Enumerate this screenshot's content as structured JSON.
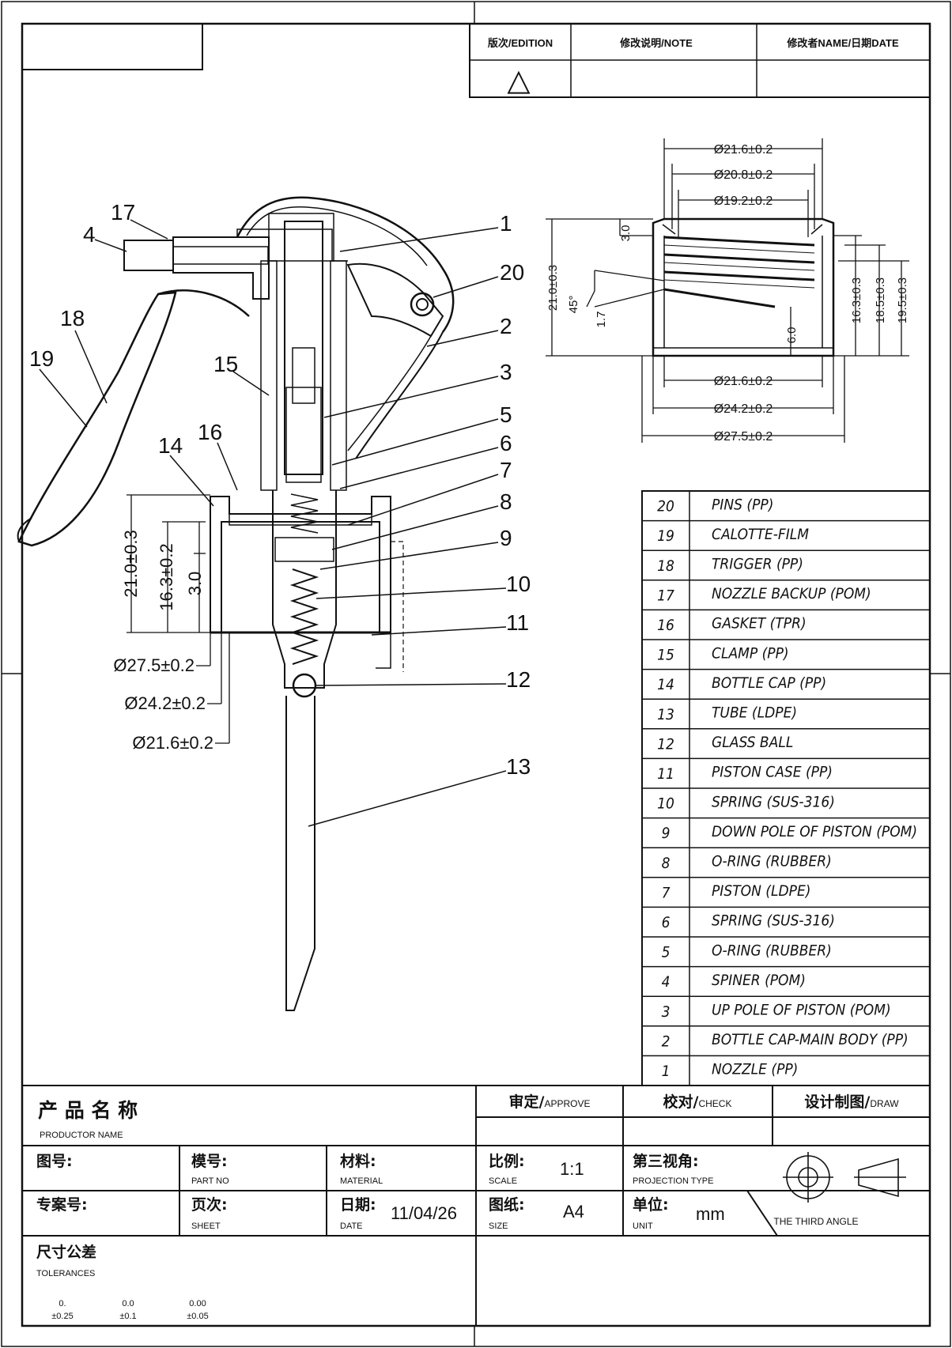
{
  "revision_header": {
    "edition": "版次/EDITION",
    "note": "修改说明/NOTE",
    "name_date": "修改者NAME/日期DATE"
  },
  "callouts": [
    "1",
    "2",
    "3",
    "4",
    "5",
    "6",
    "7",
    "8",
    "9",
    "10",
    "11",
    "12",
    "13",
    "14",
    "15",
    "16",
    "17",
    "18",
    "19",
    "20"
  ],
  "side_dims": {
    "h21": "21.0±0.3",
    "h163": "16.3±0.2",
    "h3": "3.0",
    "d275": "Ø27.5±0.2",
    "d242": "Ø24.2±0.2",
    "d216": "Ø21.6±0.2"
  },
  "cap_dims": {
    "top216": "Ø21.6±0.2",
    "top208": "Ø20.8±0.2",
    "top192": "Ø19.2±0.2",
    "bot216": "Ø21.6±0.2",
    "bot242": "Ø24.2±0.2",
    "bot275": "Ø27.5±0.2",
    "h3": "3.0",
    "h21": "21.0±0.3",
    "angle": "45°",
    "h17": "1.7",
    "h6": "6.0",
    "h163": "16.3±0.3",
    "h185": "18.5±0.3",
    "h195": "19.5±0.3"
  },
  "bom": [
    {
      "no": "20",
      "desc": "PINS (PP)"
    },
    {
      "no": "19",
      "desc": "CALOTTE-FILM"
    },
    {
      "no": "18",
      "desc": "TRIGGER (PP)"
    },
    {
      "no": "17",
      "desc": "NOZZLE BACKUP (POM)"
    },
    {
      "no": "16",
      "desc": "GASKET (TPR)"
    },
    {
      "no": "15",
      "desc": "CLAMP (PP)"
    },
    {
      "no": "14",
      "desc": "BOTTLE CAP (PP)"
    },
    {
      "no": "13",
      "desc": "TUBE (LDPE)"
    },
    {
      "no": "12",
      "desc": "GLASS BALL"
    },
    {
      "no": "11",
      "desc": "PISTON CASE (PP)"
    },
    {
      "no": "10",
      "desc": "SPRING (SUS-316)"
    },
    {
      "no": "9",
      "desc": "DOWN POLE OF PISTON (POM)"
    },
    {
      "no": "8",
      "desc": "O-RING (RUBBER)"
    },
    {
      "no": "7",
      "desc": "PISTON (LDPE)"
    },
    {
      "no": "6",
      "desc": "SPRING (SUS-316)"
    },
    {
      "no": "5",
      "desc": "O-RING (RUBBER)"
    },
    {
      "no": "4",
      "desc": "SPINER (POM)"
    },
    {
      "no": "3",
      "desc": "UP POLE OF PISTON (POM)"
    },
    {
      "no": "2",
      "desc": "BOTTLE CAP-MAIN BODY (PP)"
    },
    {
      "no": "1",
      "desc": "NOZZLE (PP)"
    }
  ],
  "title_block": {
    "product_cn": "产 品 名 称",
    "product_en": "PRODUCTOR NAME",
    "approve_cn": "审定/",
    "approve_en": "APPROVE",
    "check_cn": "校对/",
    "check_en": "CHECK",
    "draw_cn": "设计制图/",
    "draw_en": "DRAW",
    "drawing_no_cn": "图号:",
    "part_no_cn": "模号:",
    "part_no_en": "PART NO",
    "material_cn": "材料:",
    "material_en": "MATERIAL",
    "scale_cn": "比例:",
    "scale_en": "SCALE",
    "scale_value": "1:1",
    "projection_cn": "第三视角:",
    "projection_en": "PROJECTION TYPE",
    "projection_caption": "THE THIRD ANGLE",
    "case_no_cn": "专案号:",
    "sheet_cn": "页次:",
    "sheet_en": "SHEET",
    "date_cn": "日期:",
    "date_en": "DATE",
    "date_value": "11/04/26",
    "size_cn": "图纸:",
    "size_en": "SIZE",
    "size_value": "A4",
    "unit_cn": "单位:",
    "unit_en": "UNIT",
    "unit_value": "mm",
    "tolerances_cn": "尺寸公差",
    "tolerances_en": "TOLERANCES",
    "tol": [
      {
        "head": "0.",
        "val": "±0.25"
      },
      {
        "head": "0.0",
        "val": "±0.1"
      },
      {
        "head": "0.00",
        "val": "±0.05"
      }
    ]
  },
  "revision_mark": "△"
}
